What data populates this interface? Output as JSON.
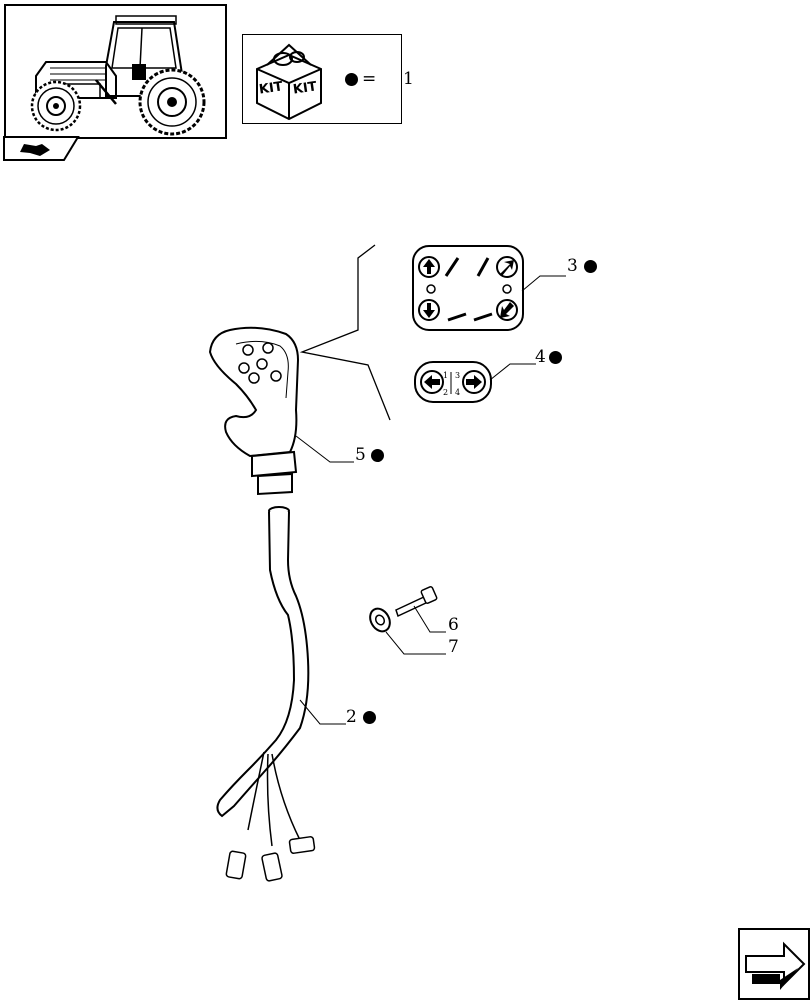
{
  "legend": {
    "kit_word_1": "KIT",
    "kit_word_2": "KIT",
    "equals": "=",
    "kit_ref": "1"
  },
  "callouts": [
    {
      "ref": "3",
      "marked": true
    },
    {
      "ref": "4",
      "marked": true
    },
    {
      "ref": "5",
      "marked": true
    },
    {
      "ref": "6",
      "marked": false
    },
    {
      "ref": "7",
      "marked": false
    },
    {
      "ref": "2",
      "marked": true
    }
  ],
  "decal_4_numbers": [
    "1",
    "2",
    "3",
    "4"
  ],
  "icons": {
    "thumbnail": "tractor-icon",
    "thumbnail_tab": "page-flip-icon",
    "legend": "kit-box-icon",
    "nav": "next-page-arrow-icon",
    "marker": "black-dot-icon"
  }
}
